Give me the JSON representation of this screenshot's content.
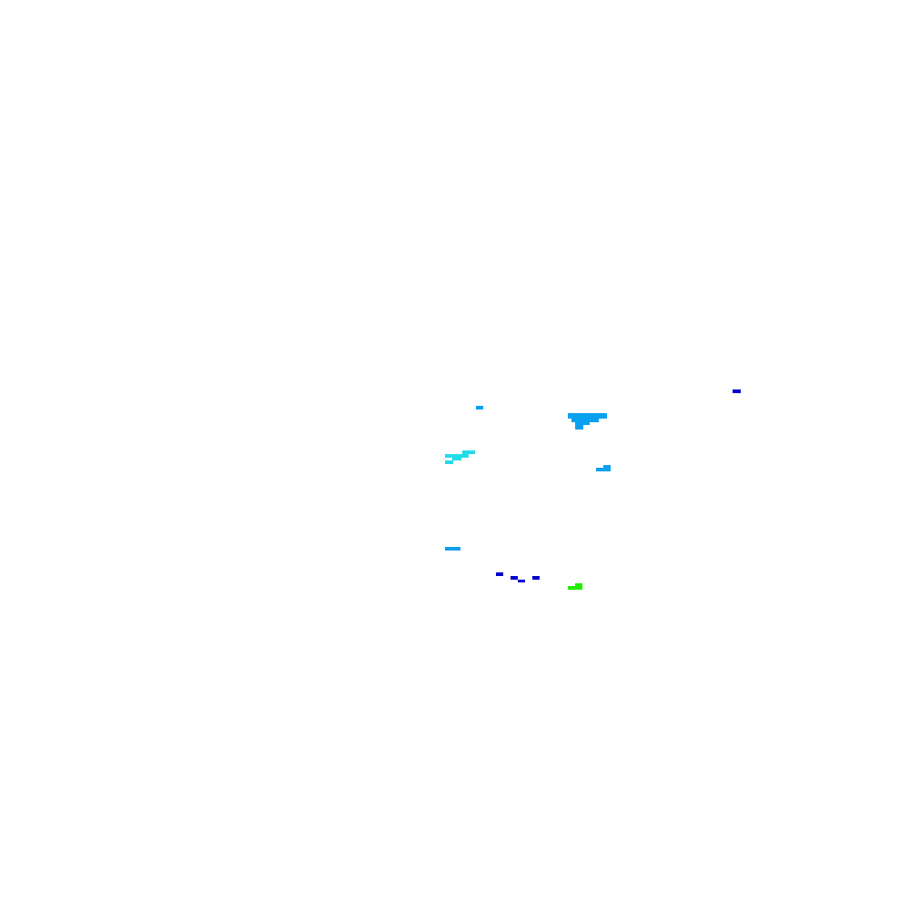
{
  "colors": {
    "background": "#ffffff",
    "blue": "#0000cc",
    "sky": "#0aa0f0",
    "cyan": "#22dde8",
    "green": "#22ee00"
  },
  "layers": [
    {
      "name": "dark-blue-cells",
      "color_key": "blue"
    },
    {
      "name": "sky-blue-cells",
      "color_key": "sky"
    },
    {
      "name": "cyan-cells",
      "color_key": "cyan"
    },
    {
      "name": "green-cells",
      "color_key": "green"
    }
  ]
}
